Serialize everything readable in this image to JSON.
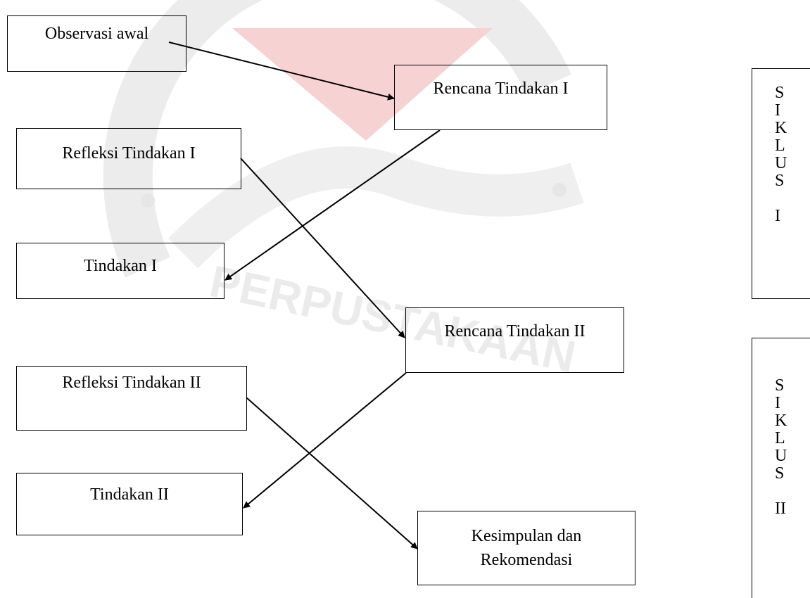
{
  "colors": {
    "line": "#000000",
    "watermark": "#e9e9e9",
    "watermark_accent": "#f6c9c9"
  },
  "boxes": {
    "observasi": "Observasi awal",
    "rencana1": "Rencana Tindakan I",
    "refleksi1": "Refleksi Tindakan I",
    "tindakan1": "Tindakan I",
    "rencana2": "Rencana Tindakan II",
    "refleksi2": "Refleksi Tindakan II",
    "tindakan2": "Tindakan II",
    "kesimpulan_line1": "Kesimpulan dan",
    "kesimpulan_line2": "Rekomendasi"
  },
  "siklus1": {
    "letters": [
      "S",
      "I",
      "K",
      "L",
      "U",
      "S"
    ],
    "numeral": "I"
  },
  "siklus2": {
    "letters": [
      "S",
      "I",
      "K",
      "L",
      "U",
      "S"
    ],
    "numeral": "II"
  },
  "watermark_text": "PERPUSTAKAAN"
}
